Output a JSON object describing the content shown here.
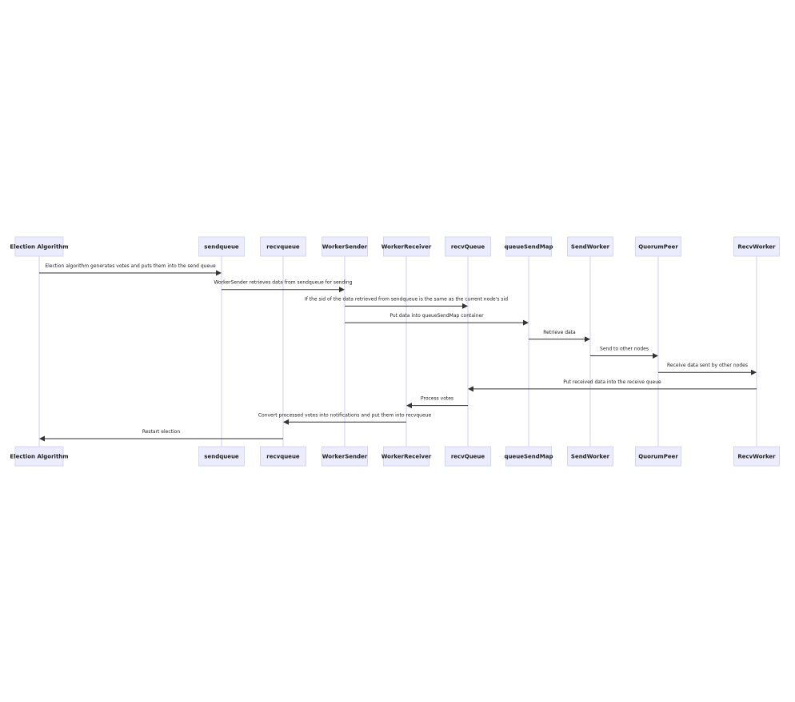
{
  "participants": [
    "Election Algorithm",
    "sendqueue",
    "recvqueue",
    "WorkerSender",
    "WorkerReceiver",
    "recvQueue",
    "queueSendMap",
    "SendWorker",
    "QuorumPeer",
    "RecvWorker"
  ],
  "messages": [
    {
      "from": 0,
      "to": 1,
      "label": "Election algorithm generates votes and puts them into the send queue"
    },
    {
      "from": 1,
      "to": 3,
      "label": "WorkerSender retrieves data from sendqueue for sending"
    },
    {
      "from": 3,
      "to": 5,
      "label": "If the sid of the data retrieved from sendqueue is the same as the current node's sid"
    },
    {
      "from": 3,
      "to": 6,
      "label": "Put data into queueSendMap container"
    },
    {
      "from": 6,
      "to": 7,
      "label": "Retrieve data"
    },
    {
      "from": 7,
      "to": 8,
      "label": "Send to other nodes"
    },
    {
      "from": 8,
      "to": 9,
      "label": "Receive data sent by other nodes"
    },
    {
      "from": 9,
      "to": 5,
      "label": "Put received data into the receive queue"
    },
    {
      "from": 5,
      "to": 4,
      "label": "Process votes"
    },
    {
      "from": 4,
      "to": 2,
      "label": "Convert processed votes into notifications and put them into recvqueue"
    },
    {
      "from": 2,
      "to": 0,
      "label": "Restart election"
    }
  ],
  "colors": {
    "actor_fill": "#ececff",
    "actor_border": "#d6d6f5",
    "lifeline": "#cfcff0",
    "arrow": "#333333"
  }
}
